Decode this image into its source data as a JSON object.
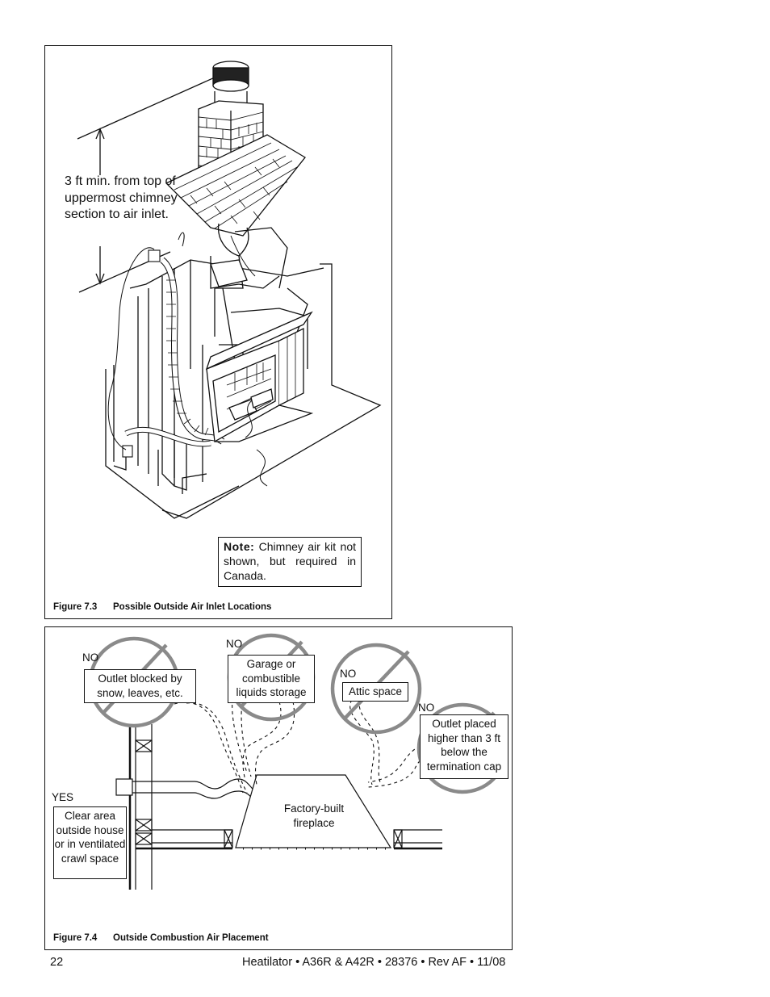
{
  "figure_73": {
    "number": "Figure 7.3",
    "caption": "Possible Outside Air Inlet Locations",
    "dimension_label": "3 ft min. from top of uppermost chimney section to air inlet.",
    "note_label": "Note:",
    "note_text": "Chimney air kit not shown, but required in Canada."
  },
  "figure_74": {
    "number": "Figure 7.4",
    "caption": "Outside Combustion Air Placement",
    "locations": [
      {
        "status": "NO",
        "text": "Outlet blocked by snow, leaves, etc."
      },
      {
        "status": "NO",
        "text": "Garage or combustible liquids storage"
      },
      {
        "status": "NO",
        "text": "Attic space"
      },
      {
        "status": "NO",
        "text": "Outlet placed higher than 3 ft below the termination cap"
      },
      {
        "status": "YES",
        "text": "Clear area outside house or in ventilated crawl space"
      }
    ],
    "fireplace_label": "Factory-built fireplace"
  },
  "footer": {
    "page_number": "22",
    "document": "Heatilator • A36R & A42R • 28376 • Rev AF • 11/08"
  }
}
